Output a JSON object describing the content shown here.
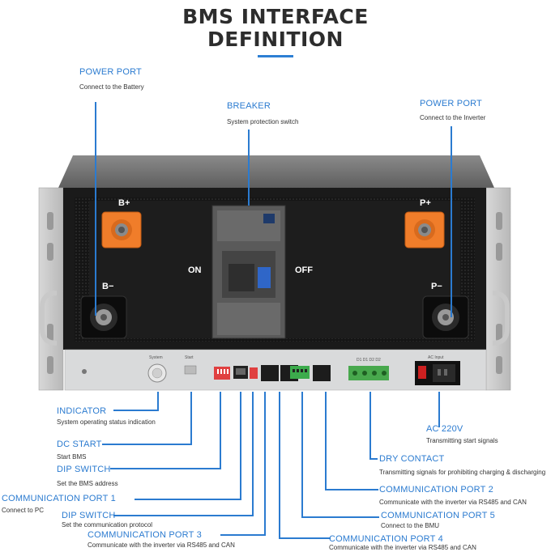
{
  "title": {
    "line1": "BMS INTERFACE",
    "line2": "DEFINITION"
  },
  "device": {
    "terminals": {
      "b_plus": "B+",
      "b_minus": "B−",
      "p_plus": "P+",
      "p_minus": "P−"
    },
    "switch_on": "ON",
    "switch_off": "OFF",
    "panel": {
      "system": "System",
      "start": "Start",
      "dry_contact": "D1 D1 D2 D2",
      "ac_input": "AC Input"
    }
  },
  "labels": {
    "power_port_battery": {
      "head": "POWER PORT",
      "sub": "Connect to the Battery"
    },
    "breaker": {
      "head": "BREAKER",
      "sub": "System protection switch"
    },
    "power_port_inverter": {
      "head": "POWER PORT",
      "sub": "Connect to the Inverter"
    },
    "indicator": {
      "head": "INDICATOR",
      "sub": "System operating status indication"
    },
    "dc_start": {
      "head": "DC START",
      "sub": "Start BMS"
    },
    "dip_switch_1": {
      "head": "DIP SWITCH",
      "sub": "Set the BMS address"
    },
    "comm_port_1": {
      "head": "COMMUNICATION PORT 1",
      "sub": "Connect to PC"
    },
    "dip_switch_2": {
      "head": "DIP SWITCH",
      "sub": "Set the communication protocol"
    },
    "comm_port_3": {
      "head": "COMMUNICATION PORT 3",
      "sub": "Communicate with the inverter via RS485 and CAN"
    },
    "ac_220v": {
      "head": "AC 220V",
      "sub": "Transmitting start signals"
    },
    "dry_contact": {
      "head": "DRY CONTACT",
      "sub": "Transmitting signals for prohibiting charging & discharging"
    },
    "comm_port_2": {
      "head": "COMMUNICATION PORT 2",
      "sub": "Communicate with the inverter via RS485 and CAN"
    },
    "comm_port_5": {
      "head": "COMMUNICATION PORT 5",
      "sub": "Connect to the BMU"
    },
    "comm_port_4": {
      "head": "COMMUNICATION PORT 4",
      "sub": "Communicate with the inverter via RS485 and CAN"
    }
  },
  "colors": {
    "accent": "#2b7bd0",
    "terminal": "#f07d2a",
    "panel": "#d9dadb",
    "body": "#1a1a1a"
  }
}
